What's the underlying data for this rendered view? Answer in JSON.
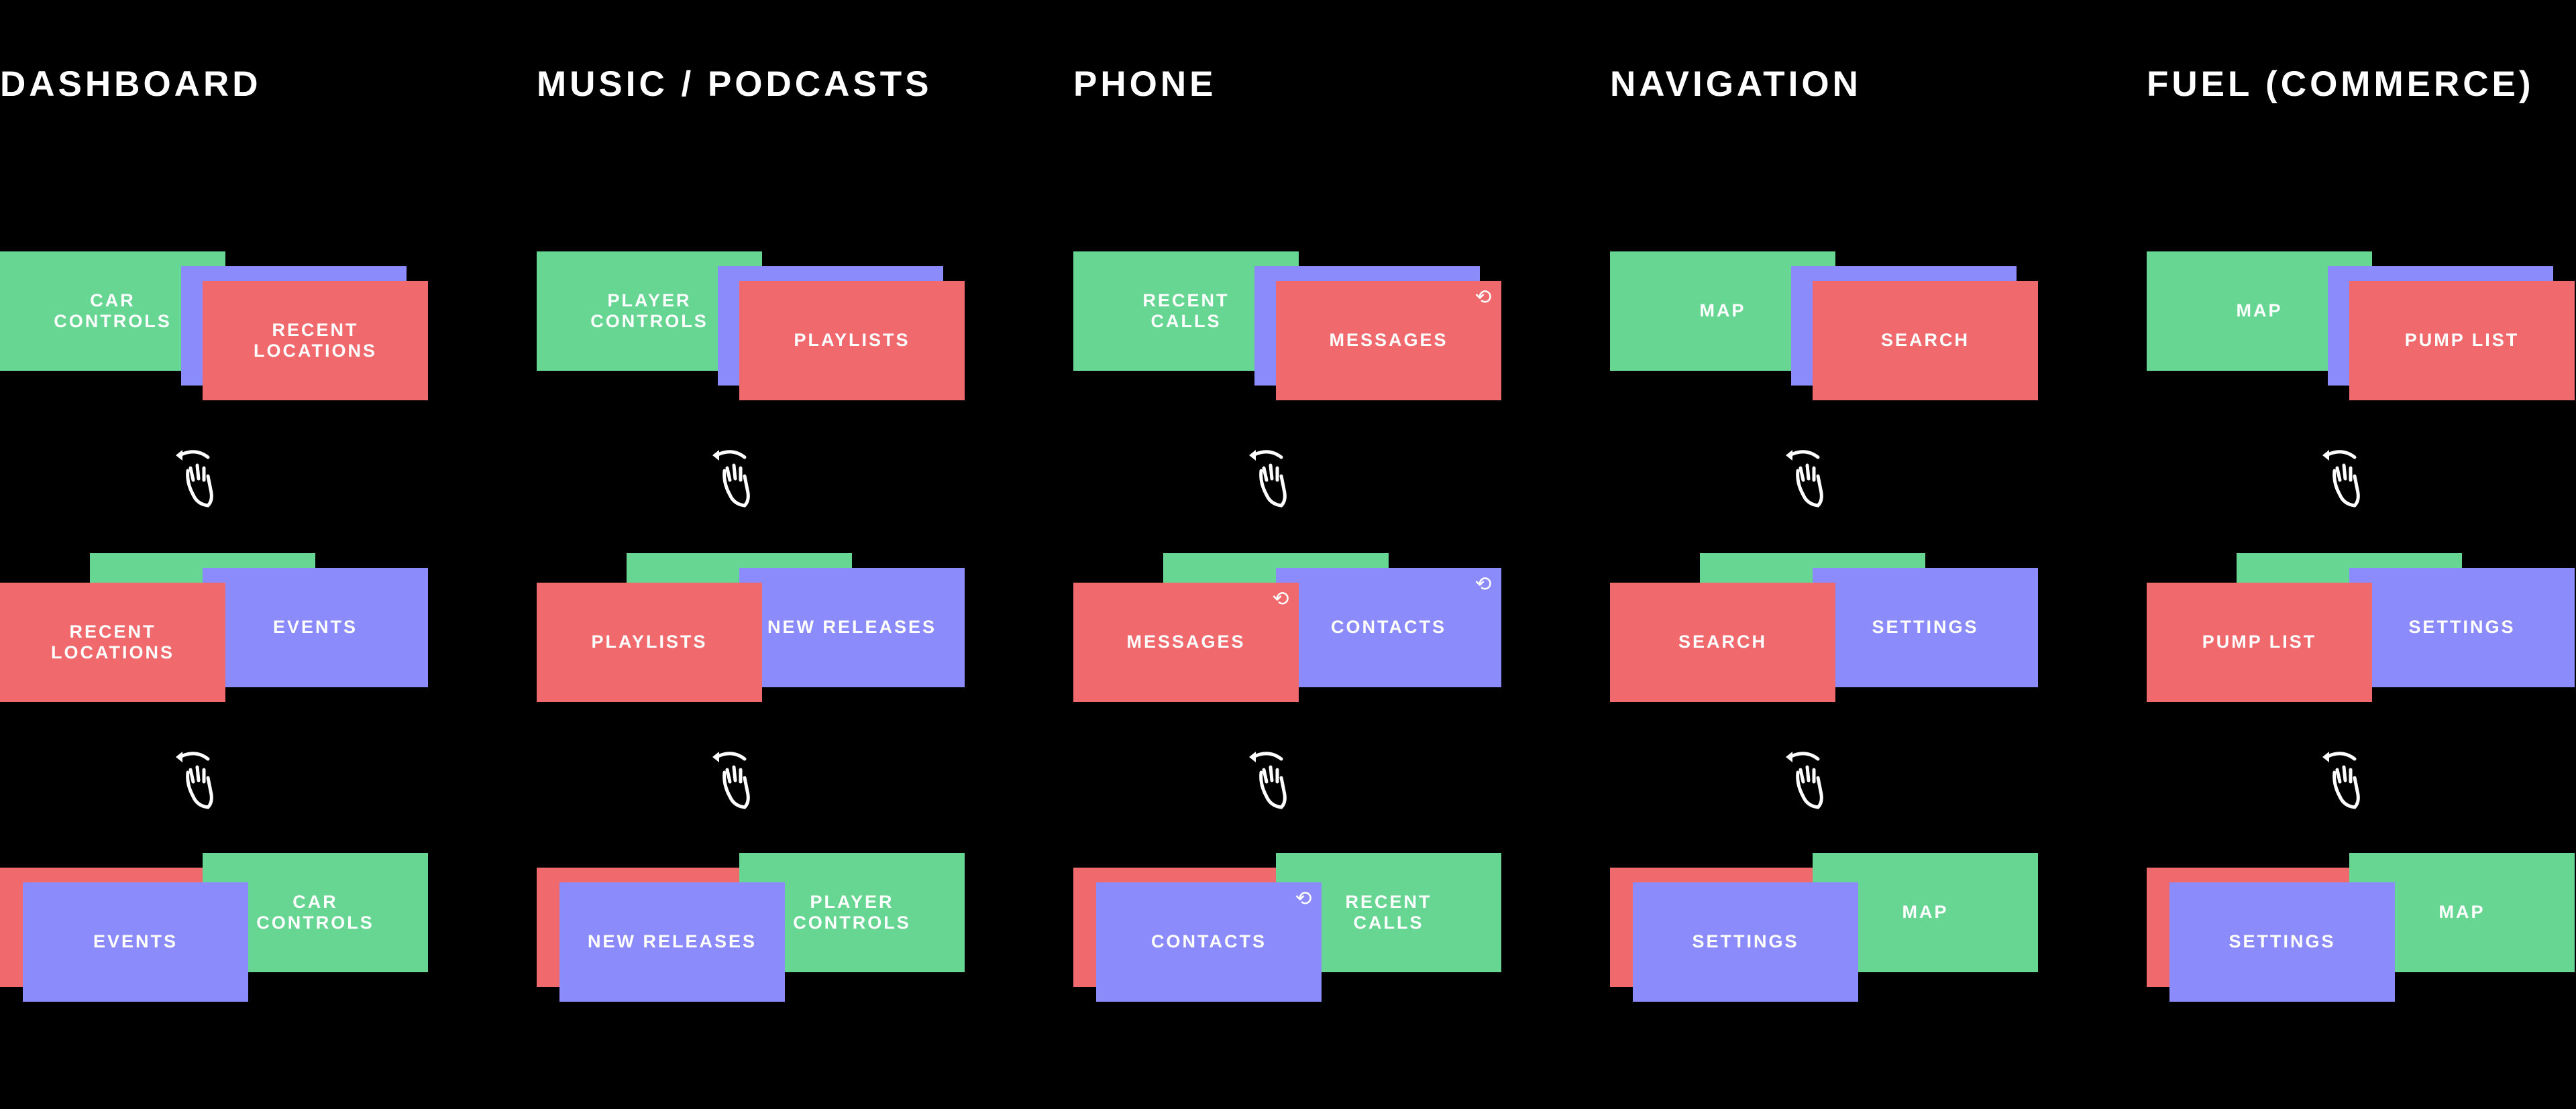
{
  "colors": {
    "background": "#000000",
    "green": "#66d692",
    "purple": "#8b8bfb",
    "red": "#f0696c",
    "text": "#ffffff"
  },
  "icons": {
    "gesture": "swipe-hand-icon",
    "sync": "sync-icon"
  },
  "sections": [
    {
      "title": "DASHBOARD",
      "stages": [
        {
          "back_green": "CAR\nCONTROLS",
          "back_purple": "",
          "front_red": "RECENT\nLOCATIONS",
          "front_red_sync": false
        },
        {
          "back_green": "",
          "left_red": "RECENT\nLOCATIONS",
          "right_purple": "EVENTS",
          "left_red_sync": false,
          "right_purple_sync": false
        },
        {
          "back_red": "",
          "right_green": "CAR\nCONTROLS",
          "front_purple": "EVENTS",
          "front_purple_sync": false
        }
      ]
    },
    {
      "title": "MUSIC / PODCASTS",
      "stages": [
        {
          "back_green": "PLAYER\nCONTROLS",
          "back_purple": "",
          "front_red": "PLAYLISTS",
          "front_red_sync": false
        },
        {
          "back_green": "",
          "left_red": "PLAYLISTS",
          "right_purple": "NEW RELEASES",
          "left_red_sync": false,
          "right_purple_sync": false
        },
        {
          "back_red": "",
          "right_green": "PLAYER\nCONTROLS",
          "front_purple": "NEW RELEASES",
          "front_purple_sync": false
        }
      ]
    },
    {
      "title": "PHONE",
      "stages": [
        {
          "back_green": "RECENT\nCALLS",
          "back_purple": "",
          "front_red": "MESSAGES",
          "front_red_sync": true
        },
        {
          "back_green": "",
          "left_red": "MESSAGES",
          "right_purple": "CONTACTS",
          "left_red_sync": true,
          "right_purple_sync": true
        },
        {
          "back_red": "",
          "right_green": "RECENT\nCALLS",
          "front_purple": "CONTACTS",
          "front_purple_sync": true
        }
      ]
    },
    {
      "title": "NAVIGATION",
      "stages": [
        {
          "back_green": "MAP",
          "back_purple": "",
          "front_red": "SEARCH",
          "front_red_sync": false
        },
        {
          "back_green": "",
          "left_red": "SEARCH",
          "right_purple": "SETTINGS",
          "left_red_sync": false,
          "right_purple_sync": false
        },
        {
          "back_red": "",
          "right_green": "MAP",
          "front_purple": "SETTINGS",
          "front_purple_sync": false
        }
      ]
    },
    {
      "title": "FUEL (COMMERCE)",
      "stages": [
        {
          "back_green": "MAP",
          "back_purple": "",
          "front_red": "PUMP LIST",
          "front_red_sync": false
        },
        {
          "back_green": "",
          "left_red": "PUMP LIST",
          "right_purple": "SETTINGS",
          "left_red_sync": false,
          "right_purple_sync": false
        },
        {
          "back_red": "",
          "right_green": "MAP",
          "front_purple": "SETTINGS",
          "front_purple_sync": false
        }
      ]
    }
  ]
}
